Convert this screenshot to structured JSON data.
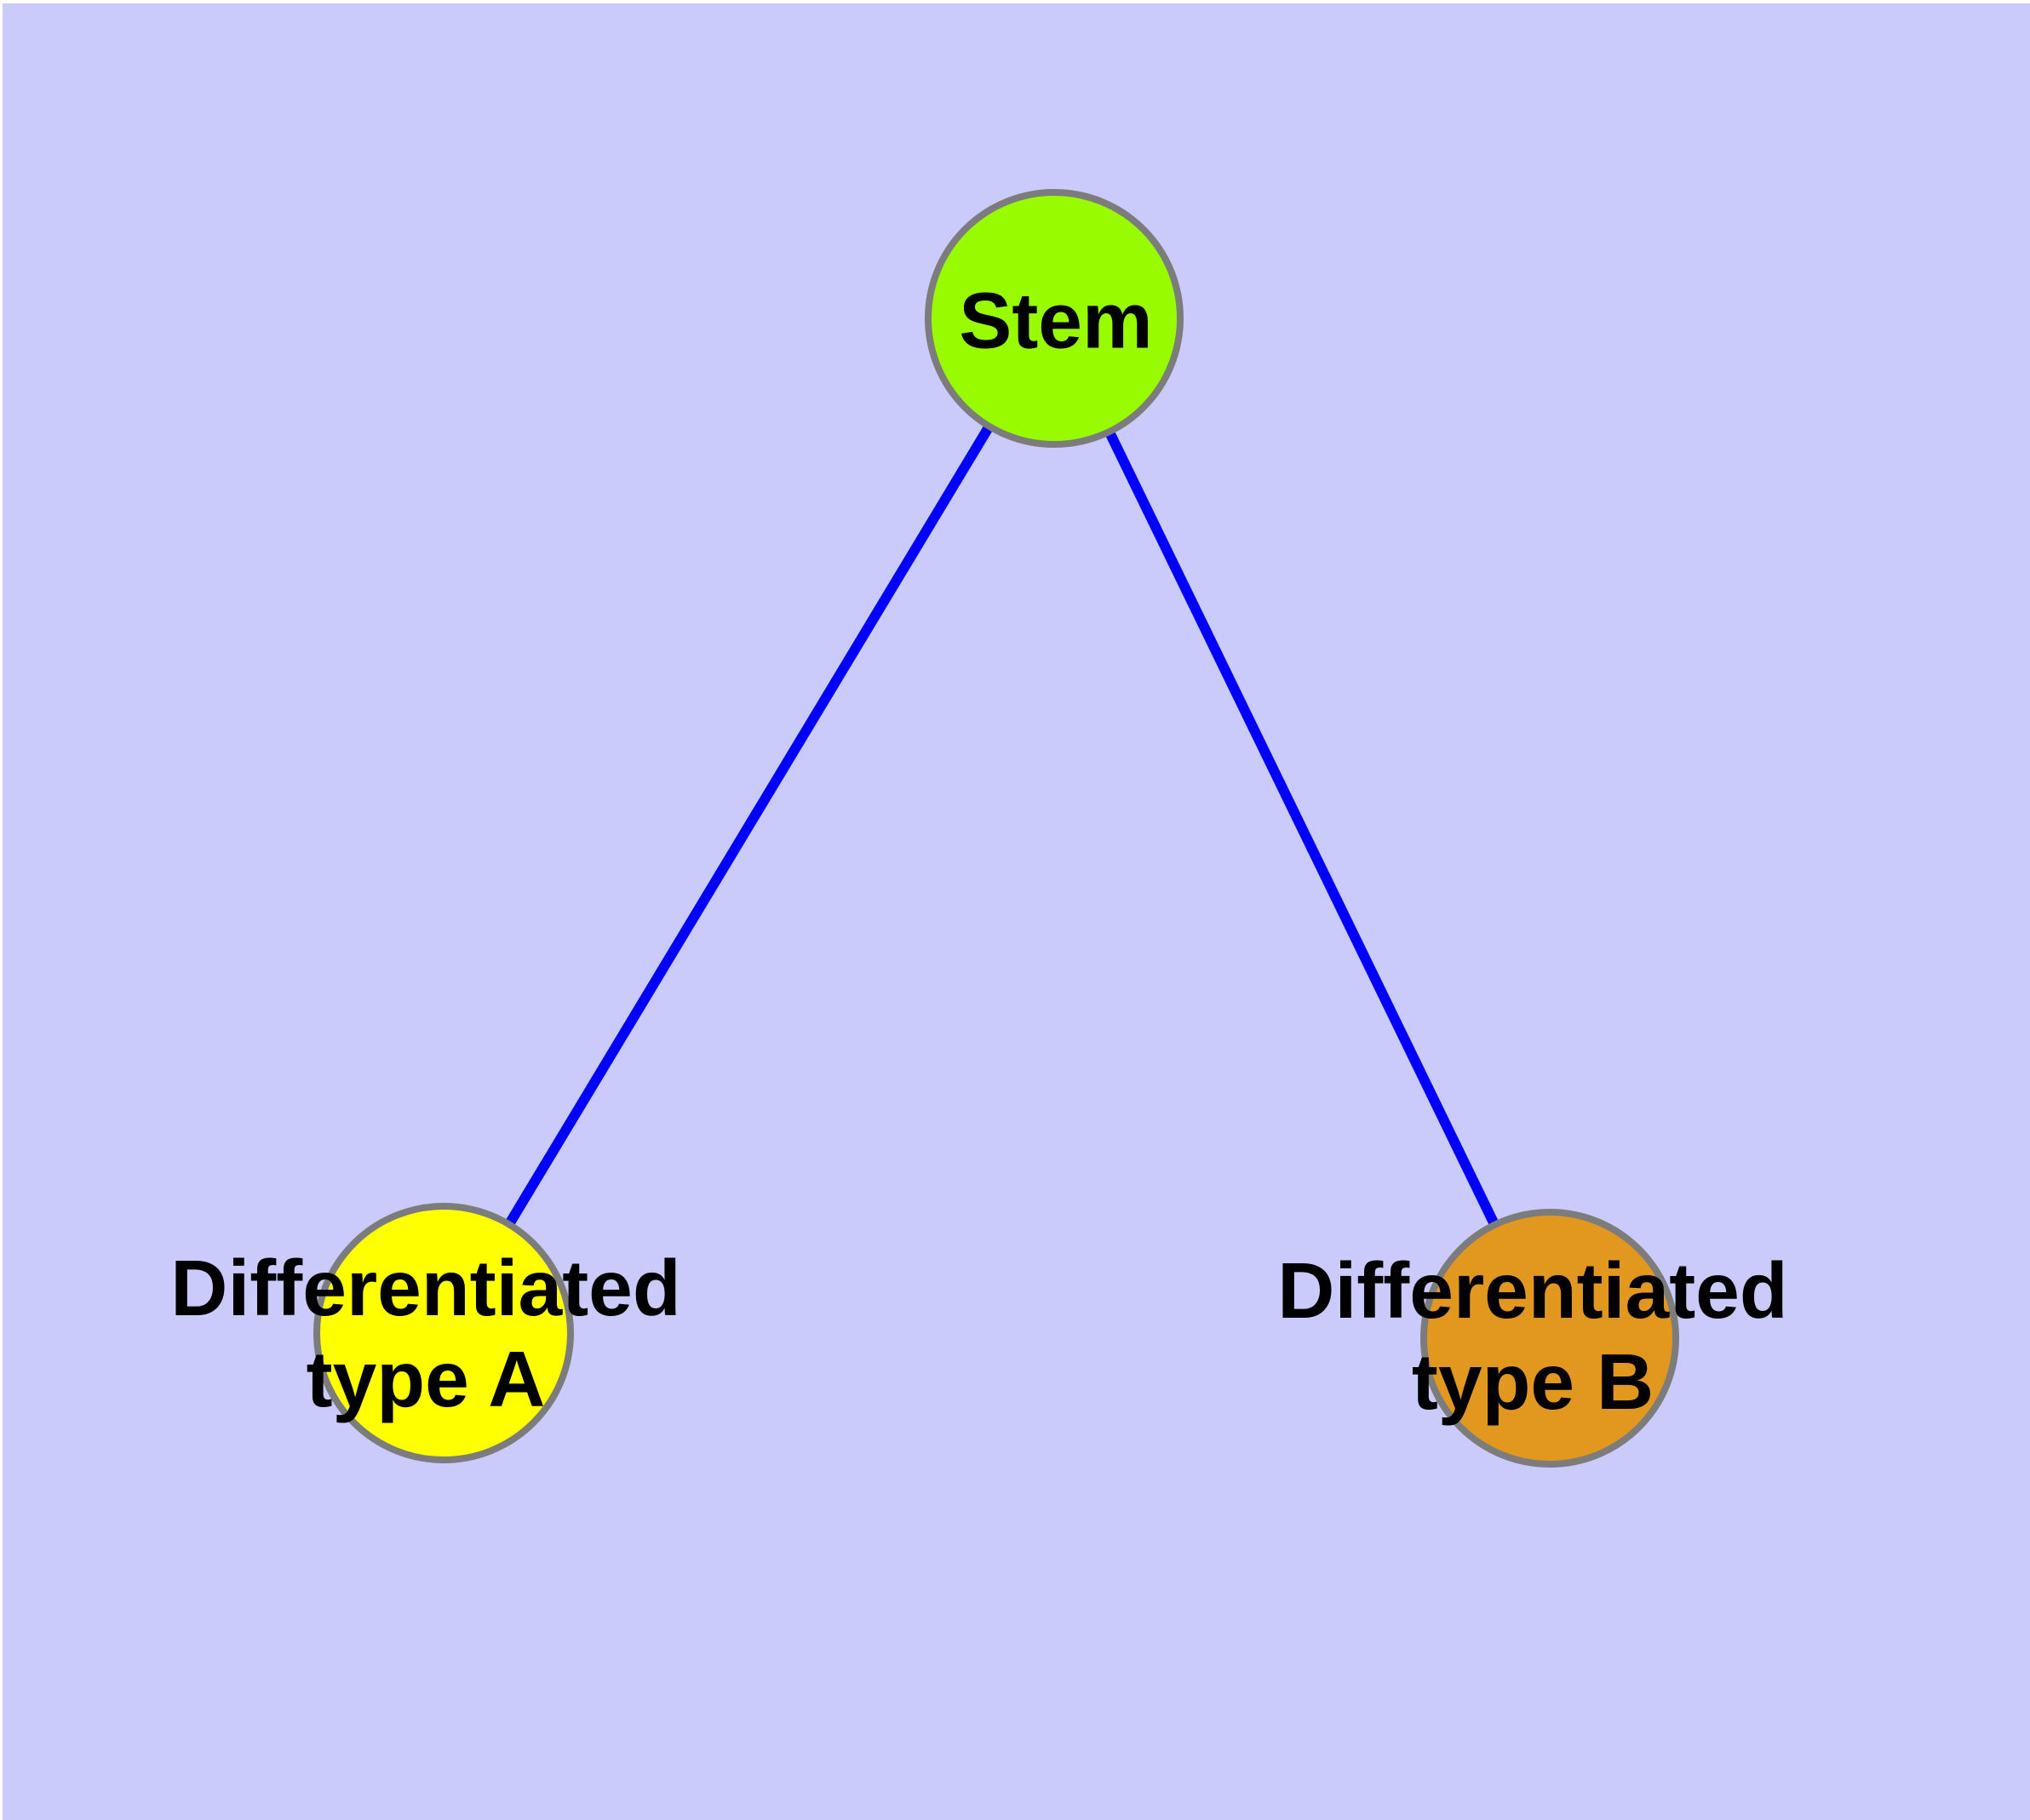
{
  "figure": {
    "background_color": "#CACAFB",
    "frame_color": "#FFFFFF"
  },
  "graph": {
    "edge_color": "#0101FB",
    "node_border_color": "#7C7C7C",
    "label_color": "#000000",
    "nodes": {
      "stem": {
        "label": "Stem",
        "fill": "#99FB00"
      },
      "type_a": {
        "label_line1": "Differentiated",
        "label_line2": "type A",
        "fill": "#FFFF00"
      },
      "type_b": {
        "label_line1": "Differentiated",
        "label_line2": "type B",
        "fill": "#E2981E"
      }
    },
    "edges": [
      {
        "from": "Stem",
        "to": "Differentiated type A"
      },
      {
        "from": "Stem",
        "to": "Differentiated type B"
      }
    ]
  }
}
